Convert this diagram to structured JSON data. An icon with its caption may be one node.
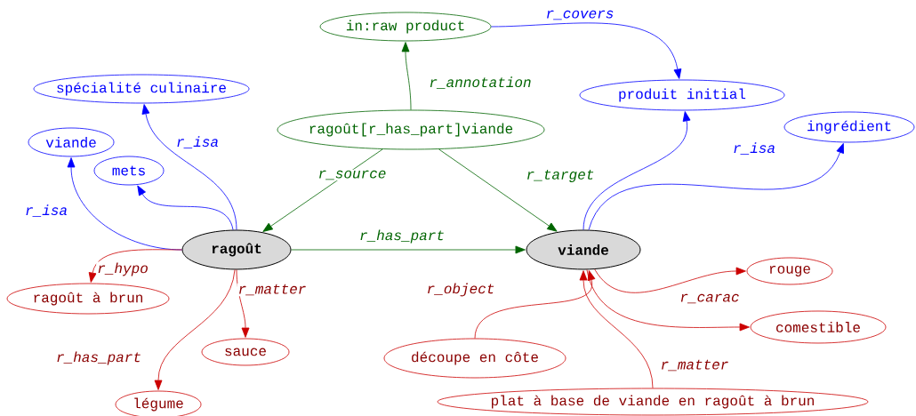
{
  "diagram": {
    "nodes": [
      {
        "text": [
          "in:raw product"
        ]
      },
      {
        "text": [
          "spécialité culinaire"
        ]
      },
      {
        "text": [
          "produit initial"
        ]
      },
      {
        "text": [
          "ragoût[r_has_part]viande"
        ]
      },
      {
        "text": [
          "ingrédient"
        ]
      },
      {
        "text": [
          "viande"
        ]
      },
      {
        "text": [
          "mets"
        ]
      },
      {
        "text": [
          "ragoût"
        ]
      },
      {
        "text": [
          "viande"
        ]
      },
      {
        "text": [
          "rouge"
        ]
      },
      {
        "text": [
          "ragoût à brun"
        ]
      },
      {
        "text": [
          "comestible"
        ]
      },
      {
        "text": [
          "sauce"
        ]
      },
      {
        "text": [
          "découpe en côte"
        ]
      },
      {
        "text": [
          "légume"
        ]
      },
      {
        "text": [
          "plat à base de viande en ragoût à brun"
        ]
      }
    ],
    "edges": [
      {
        "from": 3,
        "to": 0,
        "arrow": "to",
        "label": "r_annotation",
        "color": "#006400"
      },
      {
        "from": 0,
        "to": 2,
        "arrow": "to",
        "label": "r_covers",
        "color": "#0000ff"
      },
      {
        "from": 7,
        "to": 1,
        "arrow": "to",
        "label": "r_isa",
        "color": "#0000ff"
      },
      {
        "from": 7,
        "to": 5,
        "arrow": "to",
        "label": "r_isa",
        "color": "#0000ff"
      },
      {
        "from": 7,
        "to": 6,
        "arrow": "to",
        "color": "#0000ff"
      },
      {
        "from": 8,
        "to": 2,
        "arrow": "to",
        "color": "#0000ff"
      },
      {
        "from": 8,
        "to": 4,
        "arrow": "to",
        "label": "r_isa",
        "color": "#0000ff"
      },
      {
        "from": 3,
        "to": 7,
        "arrow": "to",
        "label": "r_source",
        "color": "#006400"
      },
      {
        "from": 3,
        "to": 8,
        "arrow": "to",
        "label": "r_target",
        "color": "#006400"
      },
      {
        "from": 7,
        "to": 8,
        "arrow": "to",
        "label": "r_has_part",
        "color": "#006400"
      },
      {
        "from": 7,
        "to": 10,
        "arrow": "to",
        "label": "r_hypo"
      },
      {
        "from": 7,
        "to": 12,
        "arrow": "to",
        "label": "r_matter"
      },
      {
        "from": 7,
        "to": 14,
        "arrow": "to",
        "label": "r_has_part"
      },
      {
        "from": 13,
        "to": 8,
        "arrow": "to",
        "label": "r_object"
      },
      {
        "from": 15,
        "to": 8,
        "arrow": "to",
        "label": "r_matter"
      },
      {
        "from": 8,
        "to": 9,
        "arrow": "to"
      },
      {
        "from": 8,
        "to": 11,
        "arrow": "to",
        "label": "r_carac"
      }
    ]
  }
}
